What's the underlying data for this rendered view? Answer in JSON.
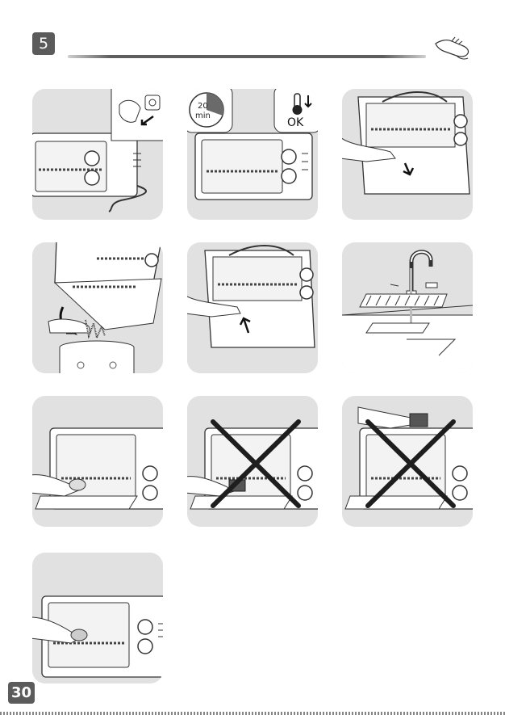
{
  "header": {
    "step_number": "5"
  },
  "panels": {
    "timer": {
      "minutes": "20",
      "unit": "min"
    },
    "thermo": {
      "ok_label": "OK"
    }
  },
  "footer": {
    "page_number": "30"
  }
}
